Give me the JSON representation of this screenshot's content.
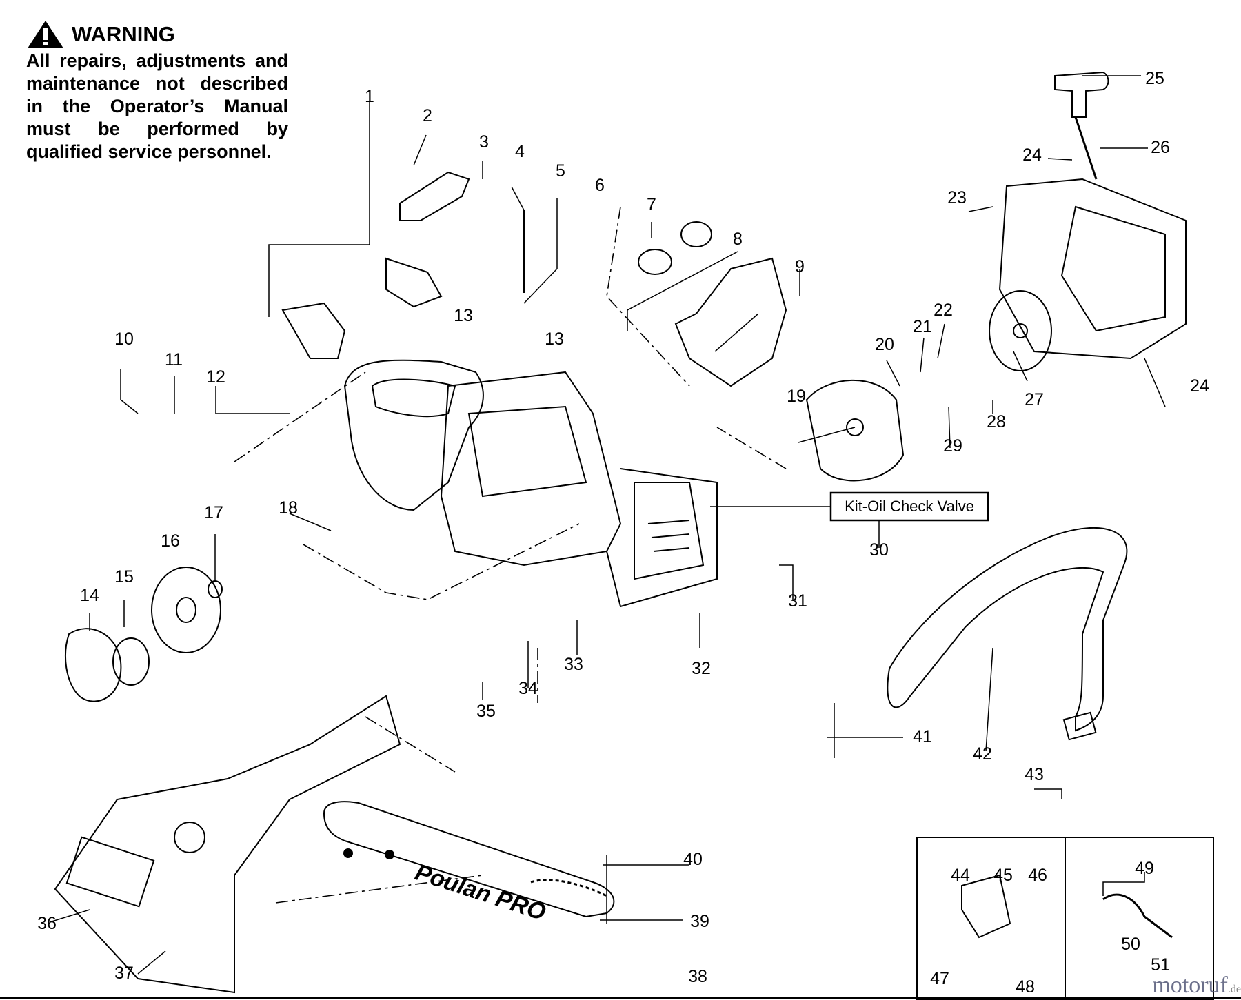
{
  "warning": {
    "title": "WARNING",
    "body": "All repairs, adjustments and maintenance not described in the Operator’s Manual must be performed by qualified service personnel."
  },
  "kit_label": "Kit-Oil Check Valve",
  "bar_brand": "Poulan PRO",
  "watermark": {
    "text": "motoruf",
    "suffix": ".de"
  },
  "parts": [
    {
      "id": "p1",
      "label": "1"
    },
    {
      "id": "p2",
      "label": "2"
    },
    {
      "id": "p3",
      "label": "3"
    },
    {
      "id": "p4",
      "label": "4"
    },
    {
      "id": "p5",
      "label": "5"
    },
    {
      "id": "p6",
      "label": "6"
    },
    {
      "id": "p7",
      "label": "7"
    },
    {
      "id": "p8",
      "label": "8"
    },
    {
      "id": "p9",
      "label": "9"
    },
    {
      "id": "p10",
      "label": "10"
    },
    {
      "id": "p11",
      "label": "11"
    },
    {
      "id": "p12",
      "label": "12"
    },
    {
      "id": "p13a",
      "label": "13"
    },
    {
      "id": "p13b",
      "label": "13"
    },
    {
      "id": "p14",
      "label": "14"
    },
    {
      "id": "p15",
      "label": "15"
    },
    {
      "id": "p16",
      "label": "16"
    },
    {
      "id": "p17",
      "label": "17"
    },
    {
      "id": "p18",
      "label": "18"
    },
    {
      "id": "p19",
      "label": "19"
    },
    {
      "id": "p20",
      "label": "20"
    },
    {
      "id": "p21",
      "label": "21"
    },
    {
      "id": "p22",
      "label": "22"
    },
    {
      "id": "p23",
      "label": "23"
    },
    {
      "id": "p24a",
      "label": "24"
    },
    {
      "id": "p24b",
      "label": "24"
    },
    {
      "id": "p25",
      "label": "25"
    },
    {
      "id": "p26",
      "label": "26"
    },
    {
      "id": "p27",
      "label": "27"
    },
    {
      "id": "p28",
      "label": "28"
    },
    {
      "id": "p29",
      "label": "29"
    },
    {
      "id": "p30",
      "label": "30"
    },
    {
      "id": "p31",
      "label": "31"
    },
    {
      "id": "p32",
      "label": "32"
    },
    {
      "id": "p33",
      "label": "33"
    },
    {
      "id": "p34",
      "label": "34"
    },
    {
      "id": "p35",
      "label": "35"
    },
    {
      "id": "p36",
      "label": "36"
    },
    {
      "id": "p37",
      "label": "37"
    },
    {
      "id": "p38",
      "label": "38"
    },
    {
      "id": "p39",
      "label": "39"
    },
    {
      "id": "p40",
      "label": "40"
    },
    {
      "id": "p41",
      "label": "41"
    },
    {
      "id": "p42",
      "label": "42"
    },
    {
      "id": "p43",
      "label": "43"
    },
    {
      "id": "p44",
      "label": "44"
    },
    {
      "id": "p45",
      "label": "45"
    },
    {
      "id": "p46",
      "label": "46"
    },
    {
      "id": "p47",
      "label": "47"
    },
    {
      "id": "p48",
      "label": "48"
    },
    {
      "id": "p49",
      "label": "49"
    },
    {
      "id": "p50",
      "label": "50"
    },
    {
      "id": "p51",
      "label": "51"
    }
  ]
}
